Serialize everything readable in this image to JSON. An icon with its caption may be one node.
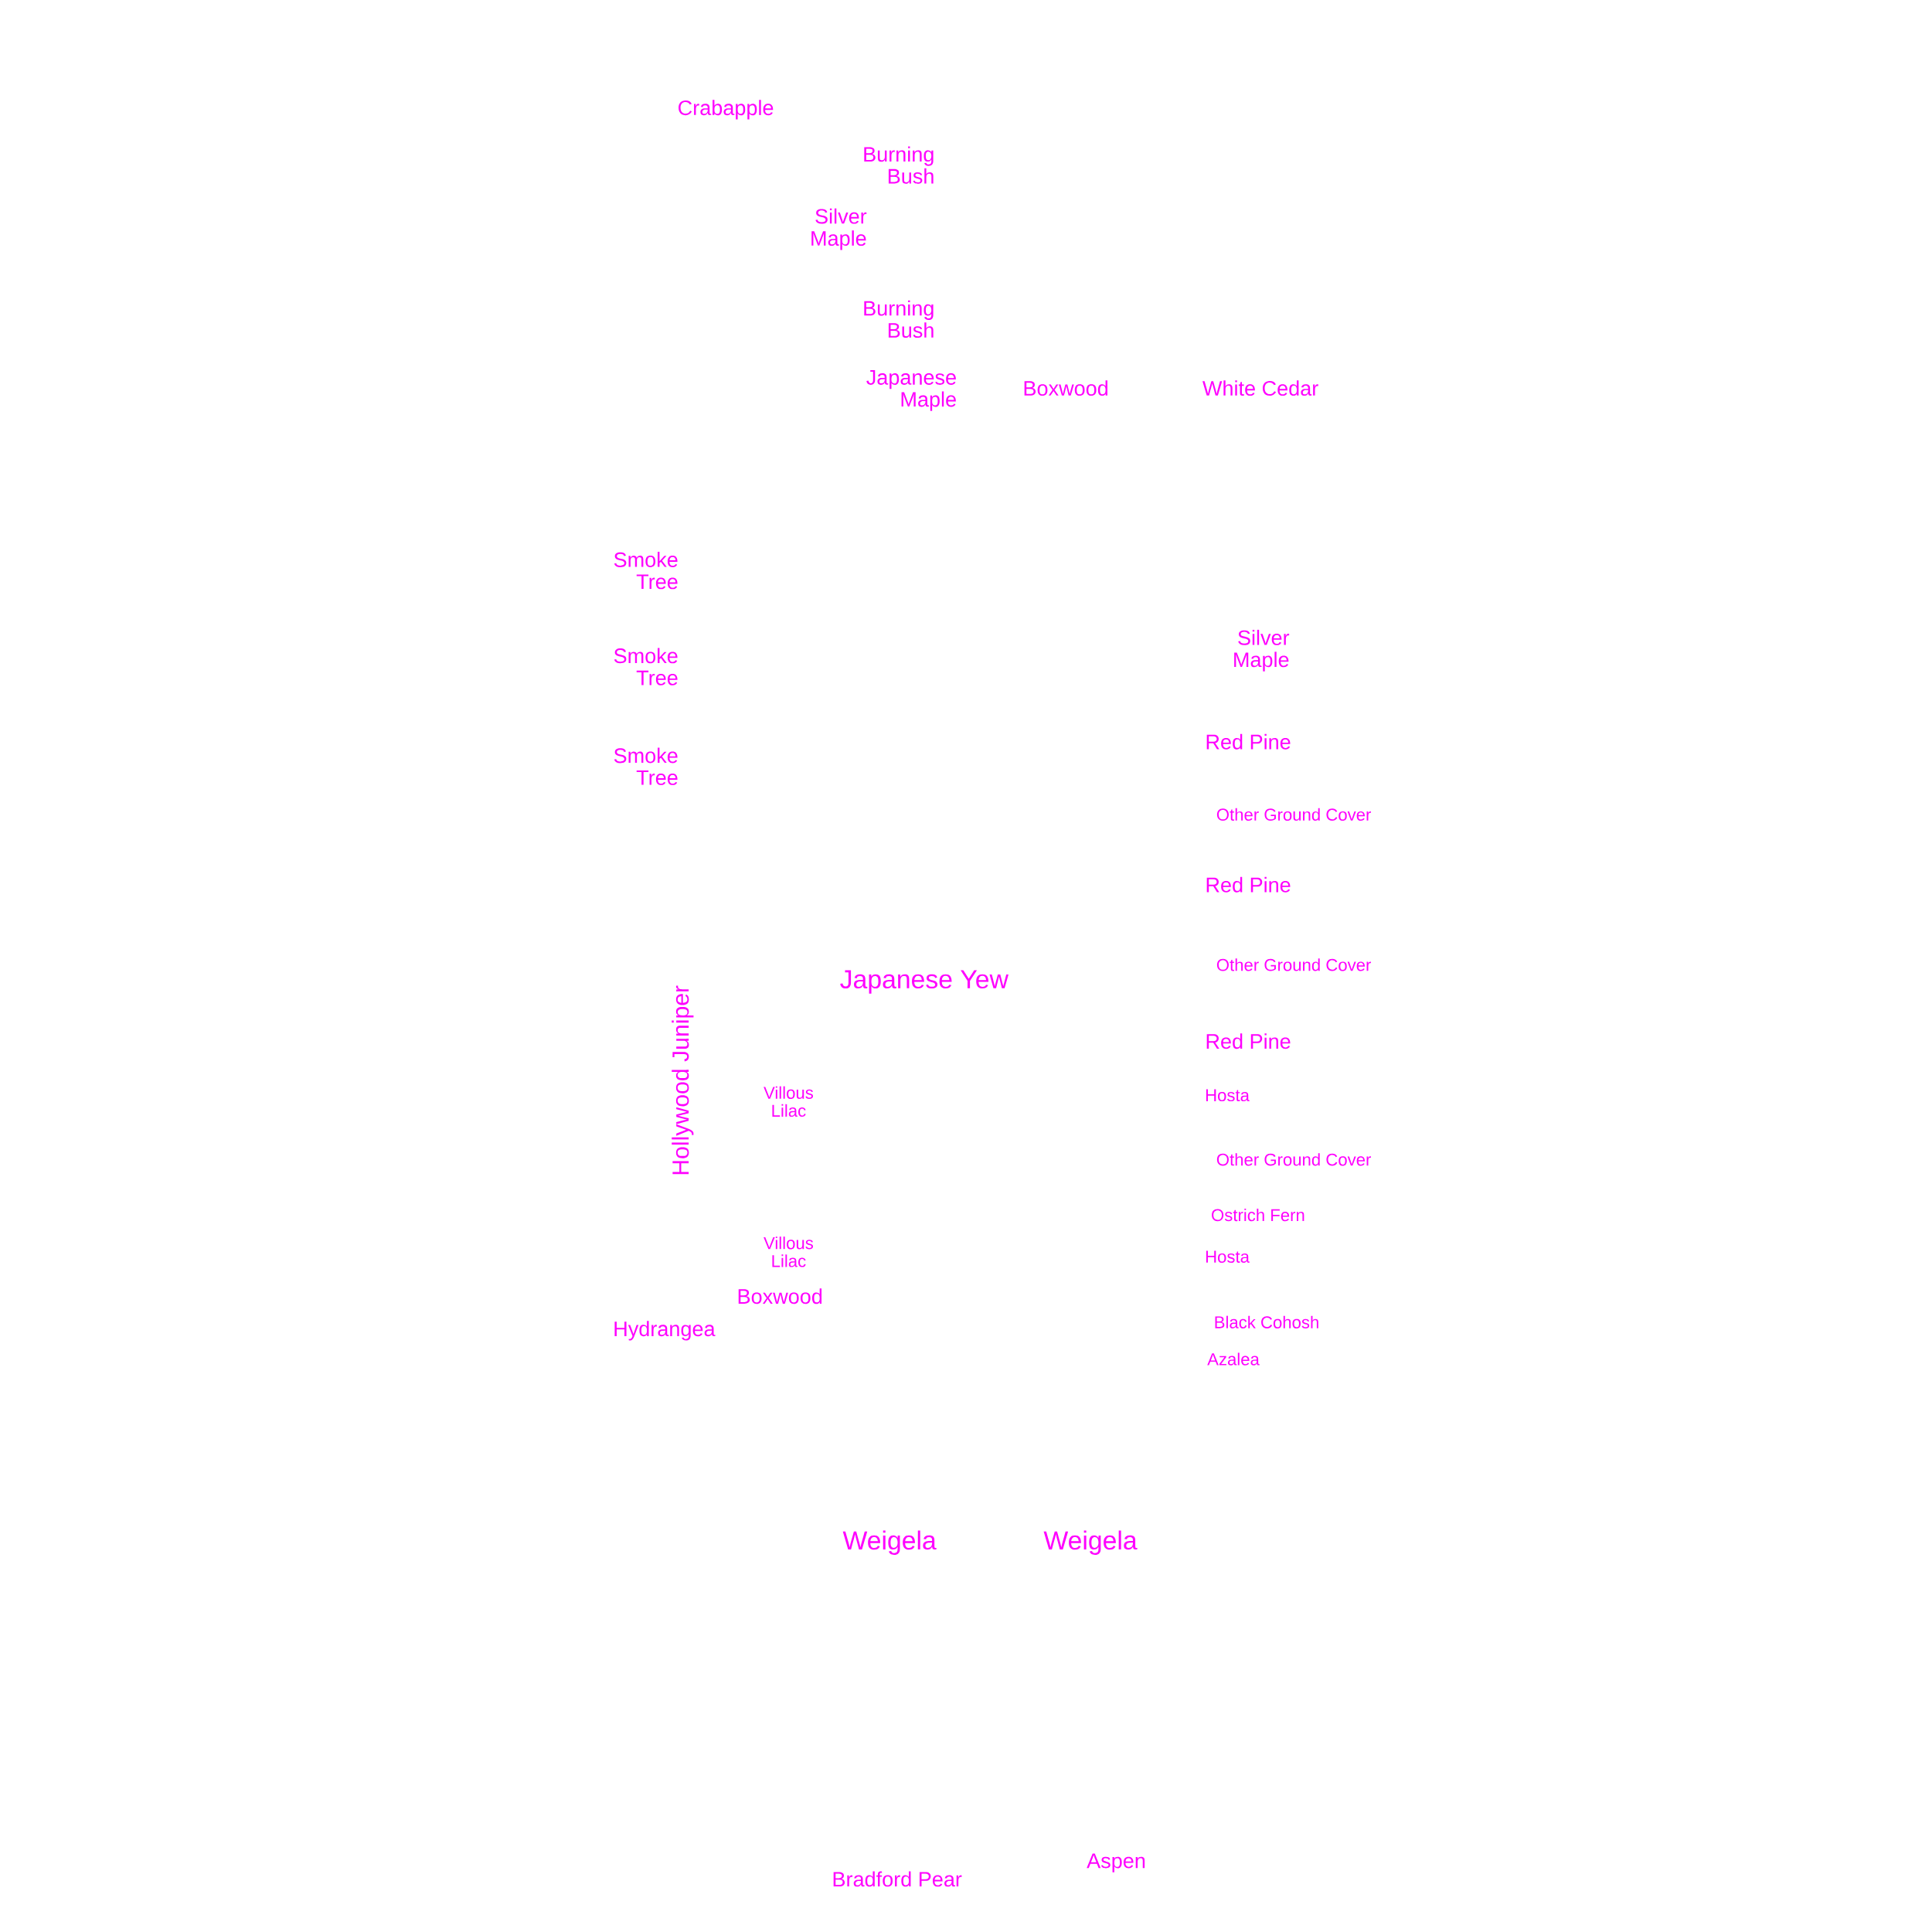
{
  "diagram": {
    "labels": [
      "Crabapple",
      "Burning Bush",
      "Silver Maple",
      "Burning Bush",
      "Japanese Maple",
      "Boxwood",
      "White Cedar",
      "Smoke Tree",
      "Silver Maple",
      "Smoke Tree",
      "Red Pine",
      "Smoke Tree",
      "Other Ground Cover",
      "Red Pine",
      "Other Ground Cover",
      "Japanese Yew",
      "Hollywood Juniper",
      "Red Pine",
      "Villous Lilac",
      "Hosta",
      "Other Ground Cover",
      "Ostrich Fern",
      "Villous Lilac",
      "Hosta",
      "Boxwood",
      "Black Cohosh",
      "Hydrangea",
      "Azalea",
      "Weigela",
      "Weigela",
      "Aspen",
      "Bradford Pear"
    ]
  }
}
